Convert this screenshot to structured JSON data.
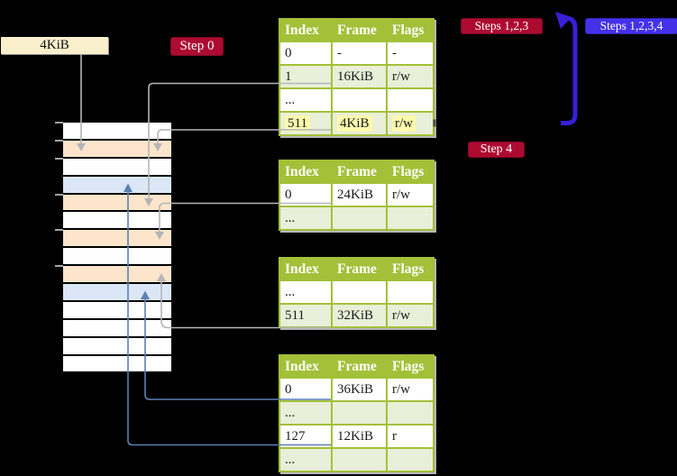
{
  "labels": {
    "frame_size": "4KiB",
    "step0": "Step 0",
    "steps123": "Steps 1,2,3",
    "steps1234": "Steps 1,2,3,4",
    "step4": "Step 4"
  },
  "tables": [
    {
      "name": "page-table-1",
      "headers": [
        "Index",
        "Frame",
        "Flags"
      ],
      "rows": [
        {
          "cells": [
            "0",
            "-",
            "-"
          ],
          "highlight": false
        },
        {
          "cells": [
            "1",
            "16KiB",
            "r/w"
          ],
          "highlight": false
        },
        {
          "cells": [
            "...",
            "",
            ""
          ],
          "highlight": false
        },
        {
          "cells": [
            "511",
            "4KiB",
            "r/w"
          ],
          "highlight": true
        }
      ]
    },
    {
      "name": "page-table-2",
      "headers": [
        "Index",
        "Frame",
        "Flags"
      ],
      "rows": [
        {
          "cells": [
            "0",
            "24KiB",
            "r/w"
          ],
          "highlight": false
        },
        {
          "cells": [
            "...",
            "",
            ""
          ],
          "highlight": false
        }
      ]
    },
    {
      "name": "page-table-3",
      "headers": [
        "Index",
        "Frame",
        "Flags"
      ],
      "rows": [
        {
          "cells": [
            "...",
            "",
            ""
          ],
          "highlight": false
        },
        {
          "cells": [
            "511",
            "32KiB",
            "r/w"
          ],
          "highlight": false
        }
      ]
    },
    {
      "name": "page-table-4",
      "headers": [
        "Index",
        "Frame",
        "Flags"
      ],
      "rows": [
        {
          "cells": [
            "0",
            "36KiB",
            "r/w"
          ],
          "highlight": false
        },
        {
          "cells": [
            "...",
            "",
            ""
          ],
          "highlight": false
        },
        {
          "cells": [
            "127",
            "12KiB",
            "r"
          ],
          "highlight": false
        },
        {
          "cells": [
            "...",
            "",
            ""
          ],
          "highlight": false
        }
      ]
    }
  ],
  "memory_stack": {
    "description": "physical memory frames, 4KiB each, top marked 4KiB",
    "row_fills": [
      "white",
      "peach",
      "white",
      "blue",
      "peach",
      "white",
      "peach",
      "white",
      "peach",
      "blue",
      "white",
      "white",
      "white",
      "white"
    ],
    "tick_count": 6
  },
  "connectors": [
    {
      "from": "4KiB-label",
      "to": "memory-row-2",
      "color": "gray"
    },
    {
      "from": "table1-entry-1-16KiB",
      "to": "memory-row-5",
      "color": "gray"
    },
    {
      "from": "table1-entry-511-4KiB",
      "to": "memory-row-2",
      "color": "gray"
    },
    {
      "from": "table2-entry-0-24KiB",
      "to": "memory-row-7",
      "color": "gray"
    },
    {
      "from": "table3-entry-511-32KiB",
      "to": "memory-row-9",
      "color": "gray"
    },
    {
      "from": "table4-entry-0-36KiB",
      "to": "memory-row-10",
      "color": "blue"
    },
    {
      "from": "table4-entry-127-12KiB",
      "to": "memory-row-4",
      "color": "blue"
    },
    {
      "from": "step4-area",
      "to": "steps123-label",
      "color": "indigo-thick"
    }
  ],
  "colors": {
    "background": "#000000",
    "table_header": "#a3c038",
    "table_row_alt": "#e9efd8",
    "highlight_yellow": "#fbf9ac",
    "frame_label_bg": "#faf0cc",
    "step_badge_red": "#ad0a31",
    "step_badge_blue": "#4431e8",
    "mem_peach": "#fce5cb",
    "mem_blue": "#dbe7f6",
    "gray_arrow": "#b5b5b8",
    "blue_arrow": "#5d7fb2",
    "thick_arrow": "#381fd8"
  }
}
